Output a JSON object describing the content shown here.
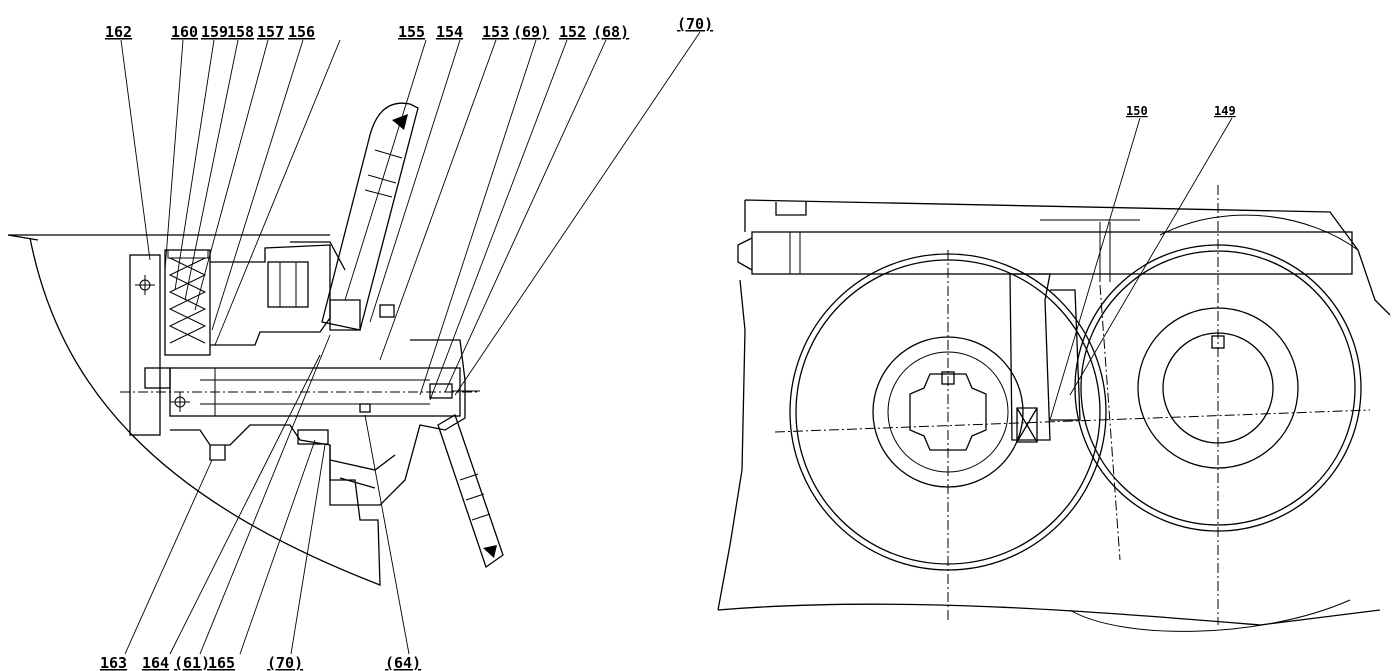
{
  "left_view": {
    "top_labels": [
      "162",
      "160",
      "159",
      "158",
      "157",
      "156",
      "155",
      "154",
      "153",
      "(69)",
      "152",
      "(68)",
      "(70)"
    ],
    "bottom_labels": [
      "163",
      "164",
      "(61)",
      "165",
      "(70)",
      "(64)"
    ]
  },
  "right_view": {
    "labels": [
      "150",
      "149"
    ]
  }
}
